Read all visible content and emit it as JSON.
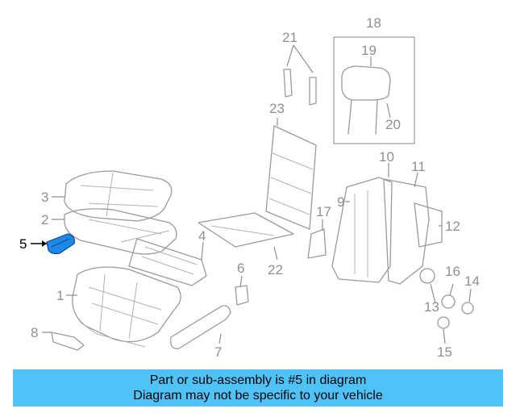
{
  "diagram": {
    "highlight_color": "#1e88e5",
    "callouts": [
      {
        "id": "1",
        "text": "1"
      },
      {
        "id": "2",
        "text": "2"
      },
      {
        "id": "3",
        "text": "3"
      },
      {
        "id": "4",
        "text": "4"
      },
      {
        "id": "5",
        "text": "5"
      },
      {
        "id": "6",
        "text": "6"
      },
      {
        "id": "7",
        "text": "7"
      },
      {
        "id": "8",
        "text": "8"
      },
      {
        "id": "9",
        "text": "9"
      },
      {
        "id": "10",
        "text": "10"
      },
      {
        "id": "11",
        "text": "11"
      },
      {
        "id": "12",
        "text": "12"
      },
      {
        "id": "13",
        "text": "13"
      },
      {
        "id": "14",
        "text": "14"
      },
      {
        "id": "15",
        "text": "15"
      },
      {
        "id": "16",
        "text": "16"
      },
      {
        "id": "17",
        "text": "17"
      },
      {
        "id": "18",
        "text": "18"
      },
      {
        "id": "19",
        "text": "19"
      },
      {
        "id": "20",
        "text": "20"
      },
      {
        "id": "21",
        "text": "21"
      },
      {
        "id": "22",
        "text": "22"
      },
      {
        "id": "23",
        "text": "23"
      }
    ]
  },
  "banner": {
    "line1": "Part or sub-assembly is #5 in diagram",
    "line2": "Diagram may not be specific to your vehicle",
    "background": "#4fc3f7"
  }
}
